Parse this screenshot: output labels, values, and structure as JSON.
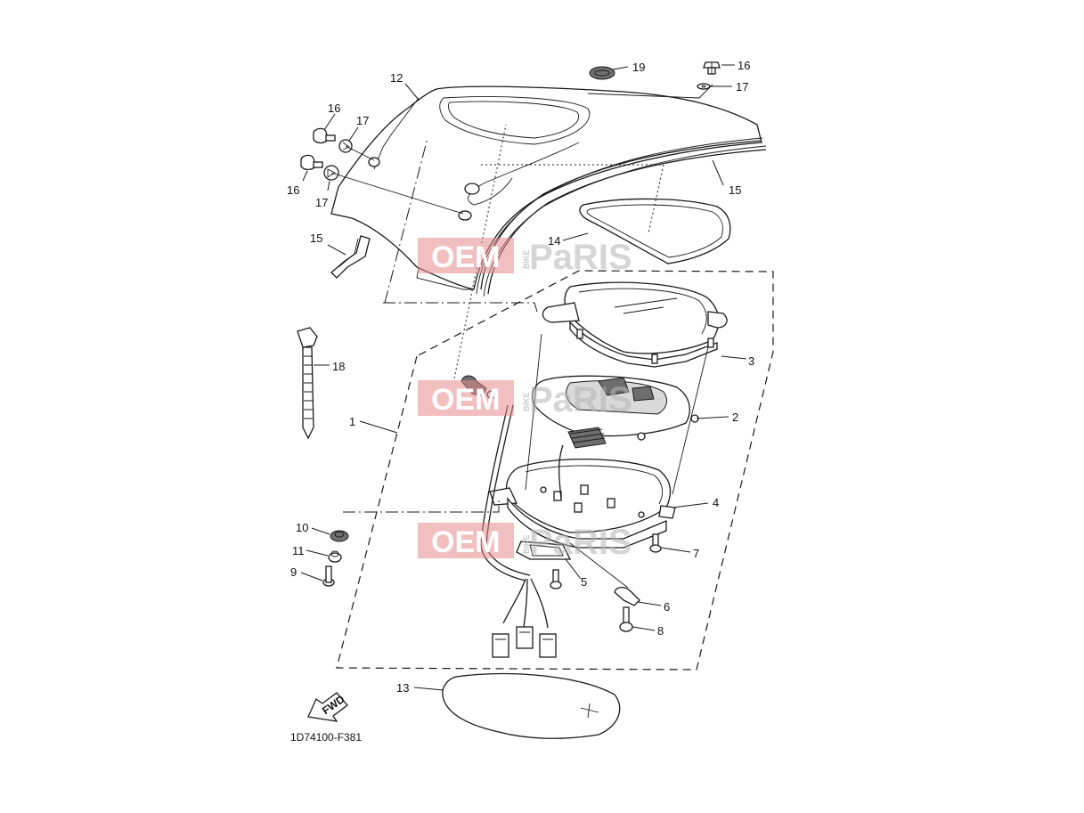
{
  "callouts": {
    "c1": "1",
    "c2": "2",
    "c3": "3",
    "c4": "4",
    "c5": "5",
    "c6": "6",
    "c7": "7",
    "c8": "8",
    "c9": "9",
    "c10": "10",
    "c11": "11",
    "c12": "12",
    "c13": "13",
    "c14": "14",
    "c15a": "15",
    "c15b": "15",
    "c16a": "16",
    "c16b": "16",
    "c16c": "16",
    "c17a": "17",
    "c17b": "17",
    "c17c": "17",
    "c18": "18",
    "c19": "19"
  },
  "fwd_label": "FWD",
  "drawing_code": "1D74100-F381",
  "watermark": {
    "brand_left": "OEM",
    "brand_small": "BIKE",
    "brand_right": "PaRIS"
  }
}
